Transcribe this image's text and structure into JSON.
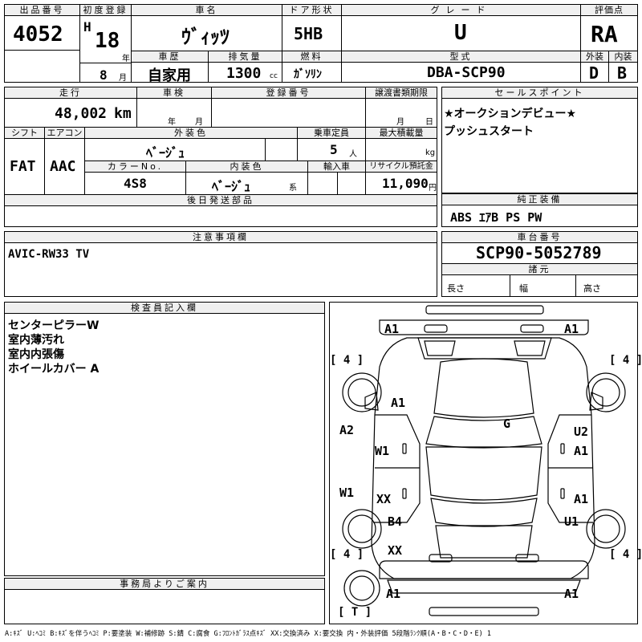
{
  "sheet": {
    "lot": {
      "label": "出品番号",
      "value": "4052"
    },
    "first_reg": {
      "label": "初度登録",
      "era": "H",
      "year": "18",
      "year_unit": "年",
      "month": "8",
      "month_unit": "月"
    },
    "car_name": {
      "label": "車名",
      "value": "ｳﾞｨｯﾂ"
    },
    "door": {
      "label": "ドア形状",
      "value": "5HB"
    },
    "grade": {
      "label": "グレード",
      "value": "U"
    },
    "score": {
      "label": "評価点",
      "value": "RA"
    },
    "history": {
      "label": "車歴",
      "value": "自家用"
    },
    "displacement": {
      "label": "排気量",
      "value": "1300",
      "unit": "cc"
    },
    "fuel": {
      "label": "燃料",
      "value": "ｶﾞｿﾘﾝ"
    },
    "model": {
      "label": "型式",
      "value": "DBA-SCP90"
    },
    "exterior_grade": {
      "label": "外装",
      "value": "D"
    },
    "interior_grade": {
      "label": "内装",
      "value": "B"
    },
    "mileage": {
      "label": "走行",
      "value": "48,002",
      "unit": "km"
    },
    "inspection": {
      "label": "車検",
      "year_unit": "年",
      "month_unit": "月"
    },
    "reg_no": {
      "label": "登録番号"
    },
    "transfer": {
      "label": "譲渡書類期限",
      "month_unit": "月",
      "day_unit": "日"
    },
    "shift": {
      "label": "シフト",
      "value": "FAT"
    },
    "aircon": {
      "label": "エアコン",
      "value": "AAC"
    },
    "ext_color": {
      "label": "外装色",
      "value": "ﾍﾞｰｼﾞｭ"
    },
    "capacity": {
      "label": "乗車定員",
      "value": "5",
      "unit": "人"
    },
    "max_load": {
      "label": "最大積載量",
      "unit": "kg"
    },
    "color_no": {
      "label": "カラーNo.",
      "value": "4S8"
    },
    "int_color": {
      "label": "内装色",
      "value": "ﾍﾞｰｼﾞｭ",
      "unit": "系"
    },
    "import": {
      "label": "輸入車"
    },
    "recycle": {
      "label": "リサイクル預託金",
      "value": "11,090",
      "unit": "円"
    },
    "later_parts": {
      "label": "後日発送部品"
    },
    "notes": {
      "label": "注意事項欄",
      "value": "AVIC-RW33  TV"
    },
    "sales_point": {
      "label": "セールスポイント",
      "line1": "★オークションデビュー★",
      "line2": "プッシュスタート"
    },
    "equipment": {
      "label": "純正装備",
      "value": "ABS ｴｱB PS PW"
    },
    "chassis": {
      "label": "車台番号",
      "value": "SCP90-5052789"
    },
    "specs": {
      "label": "諸元",
      "length": "長さ",
      "width": "幅",
      "height": "高さ"
    },
    "inspector": {
      "label": "検査員記入欄",
      "lines": [
        "センターピラーW",
        "室内薄汚れ",
        "室内内張傷",
        "ホイールカバー A"
      ]
    },
    "office": {
      "label": "事務局よりご案内"
    },
    "legend": "A:ｷｽﾞ U:ﾍｺﾐ B:ｷｽﾞを伴うﾍｺﾐ P:要塗装 W:補修跡 S:錆 C:腐食 G:ﾌﾛﾝﾄｶﾞﾗｽ点ｷｽﾞ XX:交換済み X:要交換  内・外装評価 5段階ﾗﾝｸ順(A・B・C・D・E) 1"
  },
  "diagram": {
    "marks": {
      "front_left": "A1",
      "front_right": "A1",
      "tire_fl": "[ 4 ]",
      "tire_fr": "[ 4 ]",
      "fender_l": "A1",
      "hood": "G",
      "door_fl": "A2",
      "door_fr": "U2",
      "mirror_l": "W1",
      "door_r1": "A1",
      "pillar_l": "W1",
      "door_l2": "XX",
      "door_r2": "A1",
      "rear_l": "B4",
      "rear_r": "U1",
      "rear_l2": "XX",
      "tire_rl": "[ 4 ]",
      "tire_rr": "[ 4 ]",
      "rear_bl": "A1",
      "rear_br": "A1",
      "trunk": "[ T ]"
    }
  }
}
